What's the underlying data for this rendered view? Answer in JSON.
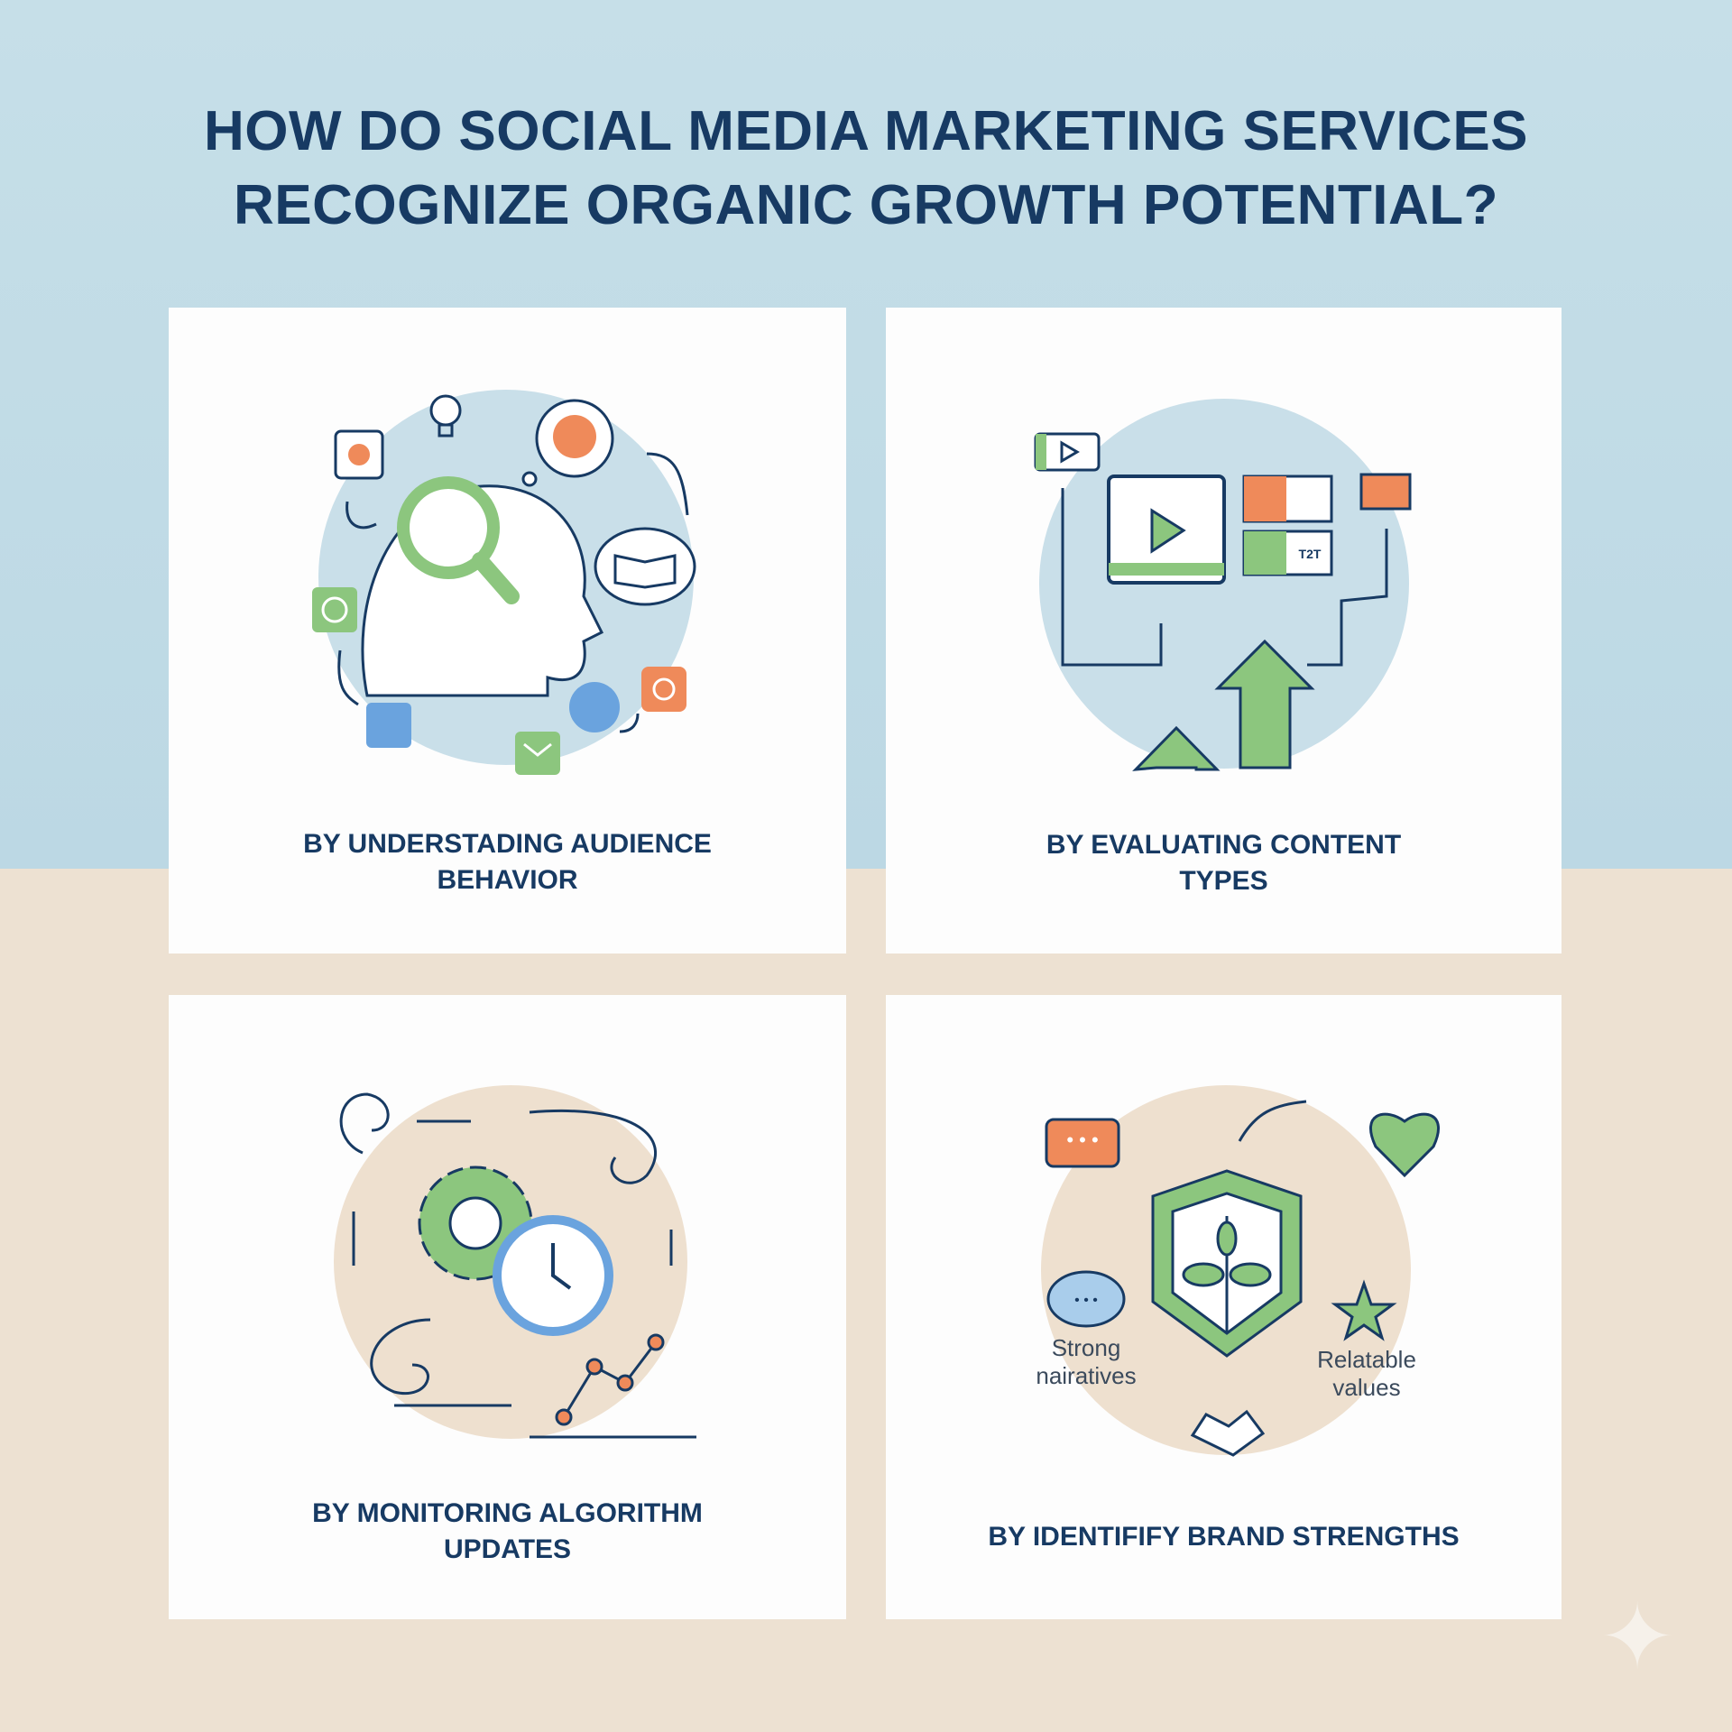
{
  "title": {
    "line1": "HOW DO SOCIAL MEDIA MARKETING SERVICES",
    "line2": "RECOGNIZE ORGANIC GROWTH POTENTIAL?"
  },
  "cards": [
    {
      "caption_line1": "BY UNDERSTADING AUDIENCE",
      "caption_line2": "BEHAVIOR"
    },
    {
      "caption_line1": "BY EVALUATING CONTENT",
      "caption_line2": "TYPES",
      "thumb_text": "T2T"
    },
    {
      "caption_line1": "BY MONITORING ALGORITHM",
      "caption_line2": "UPDATES"
    },
    {
      "caption_line1": "BY IDENTIFIFY BRAND STRENGTHS",
      "label_left_1": "Strong",
      "label_left_2": "nairatives",
      "label_right_1": "Relatable",
      "label_right_2": "values"
    }
  ],
  "colors": {
    "navy": "#173a63",
    "green": "#8cc67e",
    "orange": "#ef8a5a",
    "blue_circle": "#c9dfe9",
    "beige_circle": "#eee0cf"
  }
}
